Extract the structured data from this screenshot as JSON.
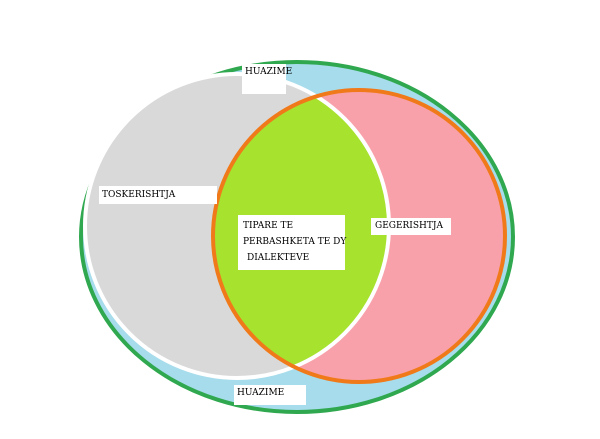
{
  "diagram": {
    "outer_label_top": "HUAZIME",
    "outer_label_bottom": "HUAZIME",
    "left_label": "TOSKERISHTJA",
    "right_label": "GEGERISHTJA",
    "center_lines": [
      "TIPARE TE",
      "PERBASHKETA TE DY",
      "DIALEKTEVE"
    ]
  },
  "colors": {
    "outer_fill": "#a6dceb",
    "outer_stroke": "#2fa84f",
    "left_fill": "#d9d9d9",
    "left_stroke": "#ffffff",
    "right_fill": "#f8a1aa",
    "right_stroke": "#f07a1a",
    "overlap_fill": "#a6e22e"
  }
}
